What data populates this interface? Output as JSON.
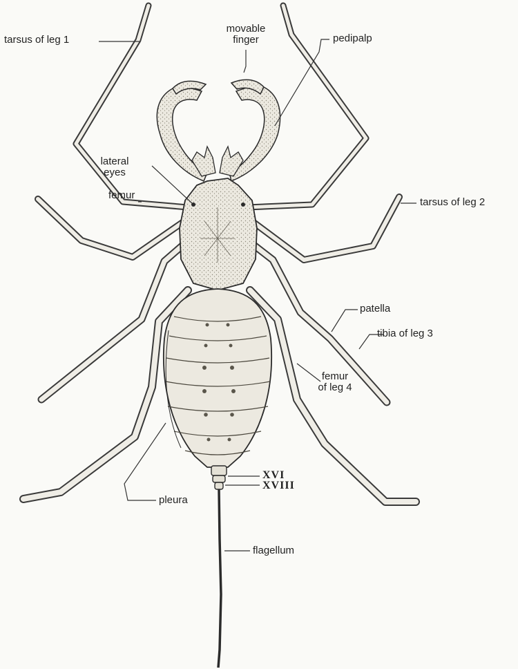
{
  "labels": {
    "tarsus_leg1": "tarsus of leg 1",
    "movable_finger_1": "movable",
    "movable_finger_2": "finger",
    "pedipalp": "pedipalp",
    "lateral_eyes_1": "lateral",
    "lateral_eyes_2": "eyes",
    "femur": "femur",
    "tarsus_leg2": "tarsus of leg 2",
    "patella": "patella",
    "tibia_leg3": "tibia of leg 3",
    "femur_leg4_1": "femur",
    "femur_leg4_2": "of leg 4",
    "xvi": "XVI",
    "xviii": "XVIII",
    "pleura": "pleura",
    "flagellum": "flagellum"
  },
  "colors": {
    "ink": "#2b2b2b",
    "paper": "#fafaf7",
    "body_fill": "#e9e6dc",
    "shade": "#bdb8a8"
  }
}
